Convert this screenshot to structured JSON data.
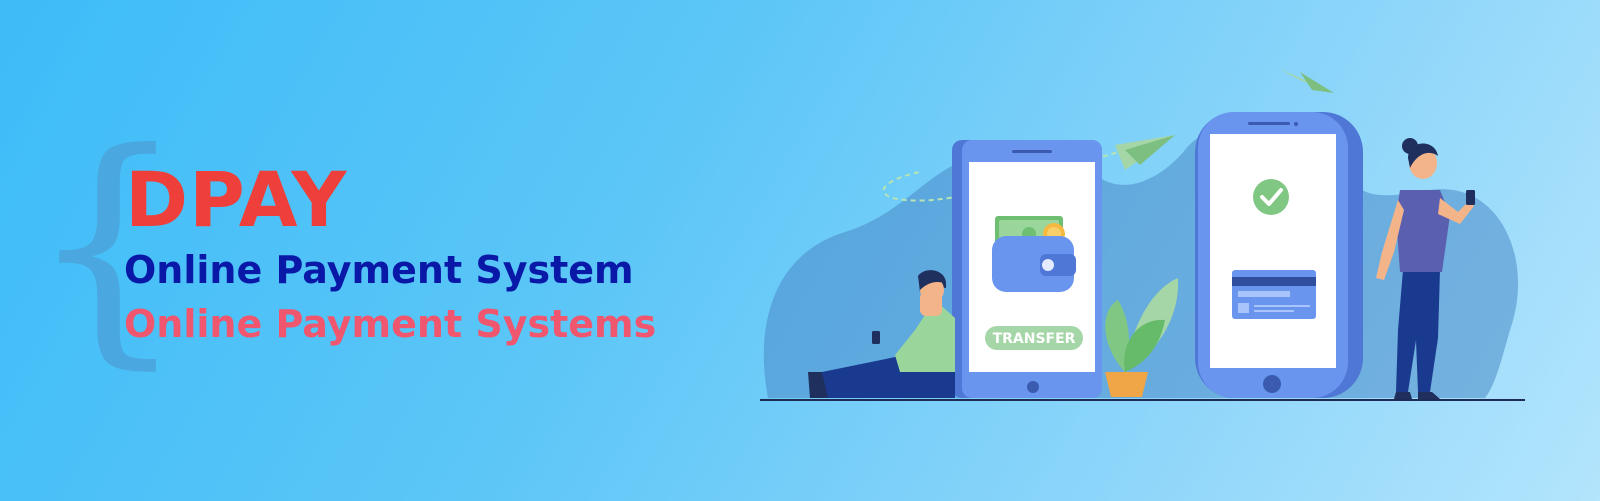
{
  "hero": {
    "brace": "{",
    "brand": "DPAY",
    "headline": "Online Payment System",
    "subheadline": "Online Payment Systems"
  },
  "illustration": {
    "transfer_label": "TRANSFER",
    "icons": [
      "paper-plane-icon",
      "wallet-icon",
      "banknote-icon",
      "coin-icon",
      "checkmark-icon",
      "credit-card-icon",
      "plant-icon"
    ]
  },
  "colors": {
    "brand_red": "#ef3f3a",
    "headline_blue": "#0a18a8",
    "subheadline_pink": "#f0566e",
    "phone_blue": "#5b86e5",
    "success_green": "#a5d6a7"
  }
}
